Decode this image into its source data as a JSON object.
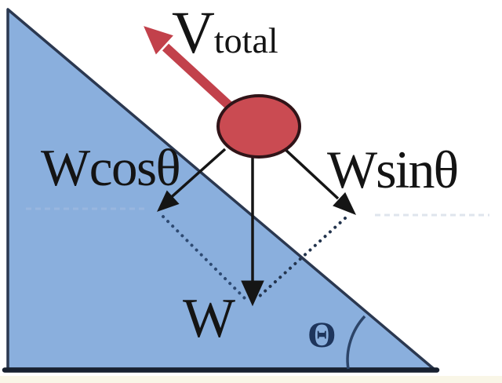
{
  "figure": {
    "labels": {
      "velocity_main": "V",
      "velocity_sub": "total",
      "normal_component": "Wcosθ",
      "parallel_component": "Wsinθ",
      "weight": "W",
      "angle_symbol": "Θ"
    },
    "colors": {
      "incline_fill": "#8aafdd",
      "incline_border": "#2b3850",
      "incline_base": "#17202f",
      "ball_fill": "#ca4b52",
      "ball_border": "#301418",
      "velocity_arrow": "#c2414b",
      "force_arrow": "#151515",
      "projection_dots_left": "#2e4a72",
      "projection_dots_right": "#23344d",
      "angle_marker": "#2c4468",
      "angle_symbol": "#1e355c",
      "background": "#ffffff"
    }
  }
}
